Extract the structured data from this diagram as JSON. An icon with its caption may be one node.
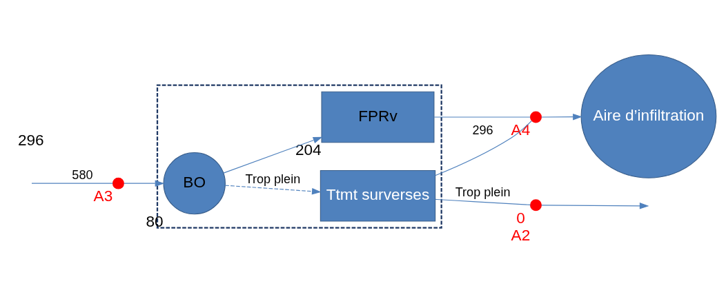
{
  "diagram": {
    "nodes": [
      {
        "text": [],
        "shape": "box"
      },
      {
        "text": [
          "BO"
        ],
        "in": 0,
        "beside": [
          "80"
        ]
      },
      {
        "text": [
          "FPRv"
        ],
        "in": 0,
        "beside": [
          "204"
        ]
      },
      {
        "text": [
          "Ttmt surverses"
        ],
        "in": 0
      },
      {
        "text": [
          "Aire d’infiltration"
        ]
      },
      {
        "text": [],
        "shape": "circle",
        "beside": [
          "A3"
        ]
      },
      {
        "text": [],
        "shape": "circle",
        "beside": [
          "A4"
        ]
      },
      {
        "text": [],
        "shape": "circle",
        "beside": [
          "0",
          "A2"
        ]
      }
    ],
    "edges": [
      {
        "from": null,
        "to": 5,
        "arrow": "none",
        "label": "580"
      },
      {
        "from": 5,
        "to": 1,
        "arrow": "to"
      },
      {
        "from": 1,
        "to": 2,
        "arrow": "to"
      },
      {
        "from": 1,
        "to": 3,
        "arrow": "to",
        "style": "dashed",
        "label": "Trop plein"
      },
      {
        "from": 2,
        "to": 6,
        "arrow": "none"
      },
      {
        "from": 3,
        "to": 6,
        "arrow": "none",
        "label": "296"
      },
      {
        "from": 6,
        "to": 4,
        "arrow": "to"
      },
      {
        "from": 3,
        "to": 7,
        "arrow": "none",
        "label": "Trop plein"
      },
      {
        "from": 7,
        "to": null,
        "arrow": "to"
      }
    ],
    "labels": [
      "296"
    ]
  }
}
